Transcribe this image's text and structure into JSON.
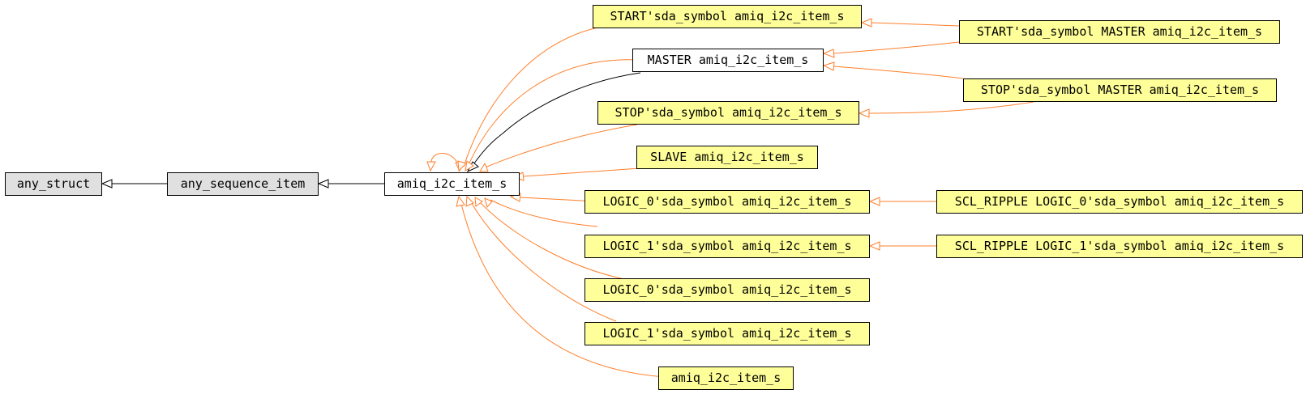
{
  "colors": {
    "edge_inherit": "#000000",
    "edge_derived": "#ff7f2a",
    "fill_gray": "#e0e0e0",
    "fill_white": "#ffffff",
    "fill_yellow": "#ffff99"
  },
  "nodes": {
    "any_struct": "any_struct",
    "any_sequence_item": "any_sequence_item",
    "base_item": "amiq_i2c_item_s",
    "start_sda": "START'sda_symbol amiq_i2c_item_s",
    "master": "MASTER amiq_i2c_item_s",
    "stop_sda": "STOP'sda_symbol amiq_i2c_item_s",
    "slave": "SLAVE amiq_i2c_item_s",
    "logic0_a": "LOGIC_0'sda_symbol amiq_i2c_item_s",
    "logic1_a": "LOGIC_1'sda_symbol amiq_i2c_item_s",
    "logic0_b": "LOGIC_0'sda_symbol amiq_i2c_item_s",
    "logic1_b": "LOGIC_1'sda_symbol amiq_i2c_item_s",
    "item_bottom": "amiq_i2c_item_s",
    "start_master": "START'sda_symbol MASTER amiq_i2c_item_s",
    "stop_master": "STOP'sda_symbol MASTER amiq_i2c_item_s",
    "scl_logic0": "SCL_RIPPLE LOGIC_0'sda_symbol amiq_i2c_item_s",
    "scl_logic1": "SCL_RIPPLE LOGIC_1'sda_symbol amiq_i2c_item_s"
  }
}
